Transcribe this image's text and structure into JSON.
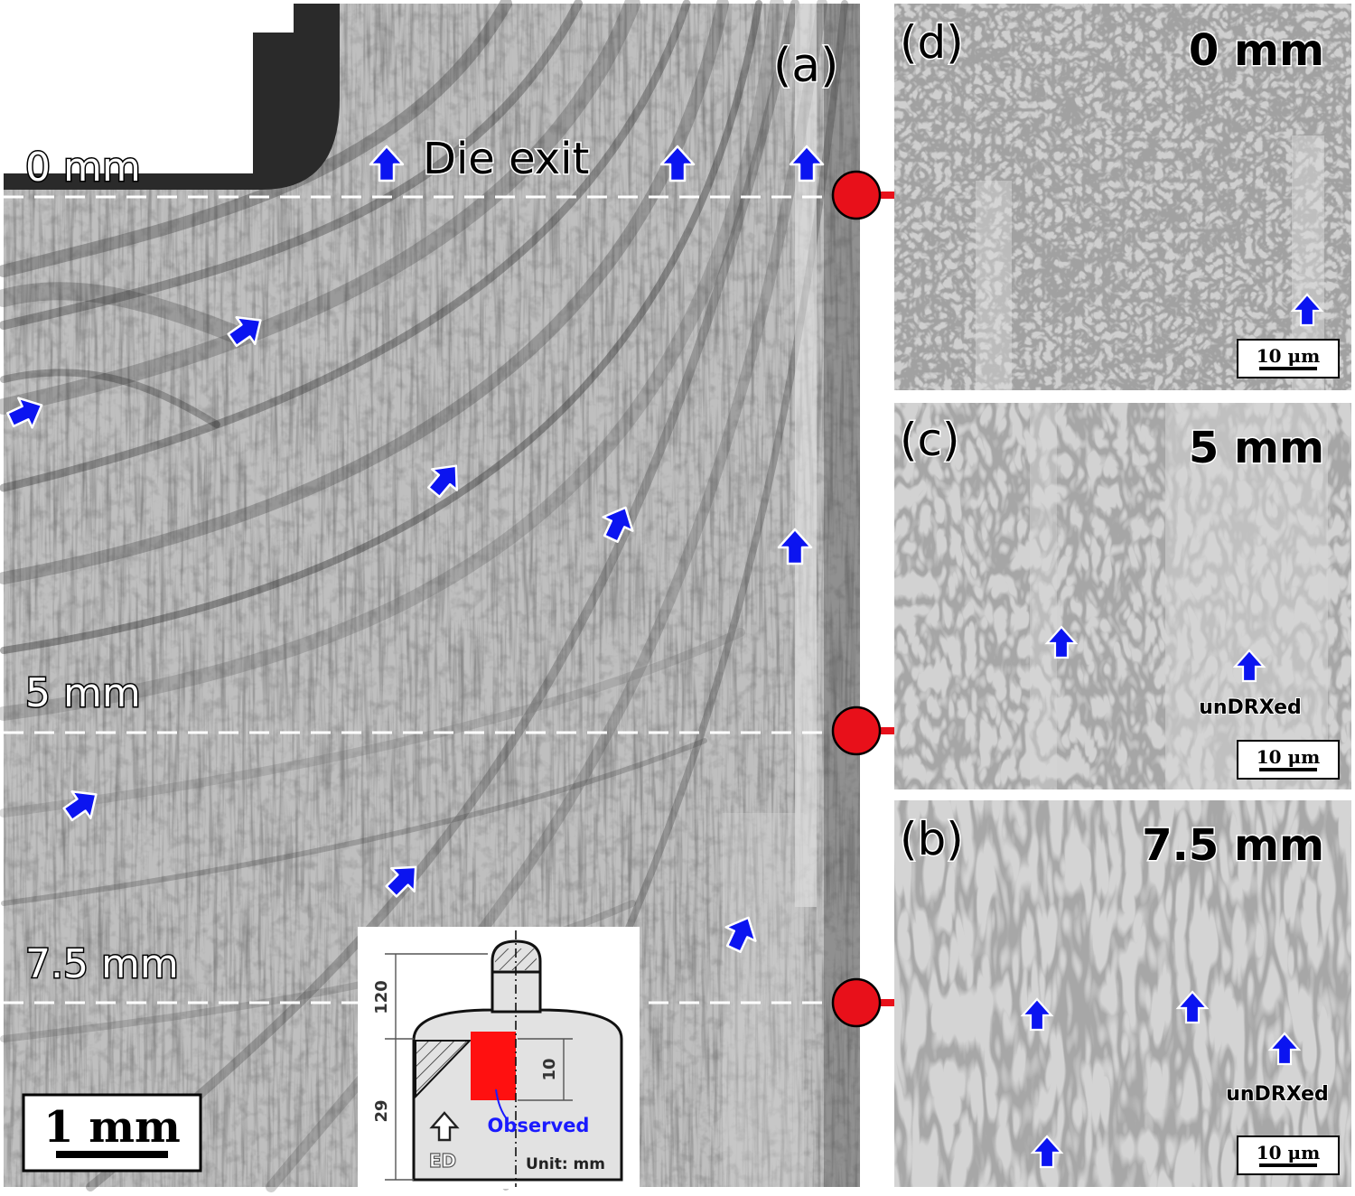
{
  "main_panel": {
    "panel_label": "(a)",
    "die_exit_label": "Die exit",
    "lines": [
      {
        "label": "0 mm"
      },
      {
        "label": "5 mm"
      },
      {
        "label": "7.5 mm"
      }
    ],
    "scale_bar": "1 mm"
  },
  "inset": {
    "dim_top": "120",
    "dim_bottom": "29",
    "dim_observed": "10",
    "observed_label": "Observed",
    "ed_label": "ED",
    "unit_label": "Unit: mm"
  },
  "side_panels": [
    {
      "label": "(d)",
      "distance": "0 mm",
      "scale_bar": "10 μm",
      "annotation": ""
    },
    {
      "label": "(c)",
      "distance": "5 mm",
      "scale_bar": "10 μm",
      "annotation": "unDRXed"
    },
    {
      "label": "(b)",
      "distance": "7.5 mm",
      "scale_bar": "10 μm",
      "annotation": "unDRXed"
    }
  ],
  "colors": {
    "arrow_blue": "#0b14f0",
    "marker_red": "#e8101a",
    "observed_red": "#ff1010",
    "observed_text": "#1a1aff",
    "die_dark": "#2a2a2a",
    "dashed_line": "#ffffff"
  },
  "icons": {
    "flow_arrow": "blue-arrow-icon",
    "marker": "red-marker-icon",
    "extrusion_direction": "outline-up-arrow-icon"
  }
}
